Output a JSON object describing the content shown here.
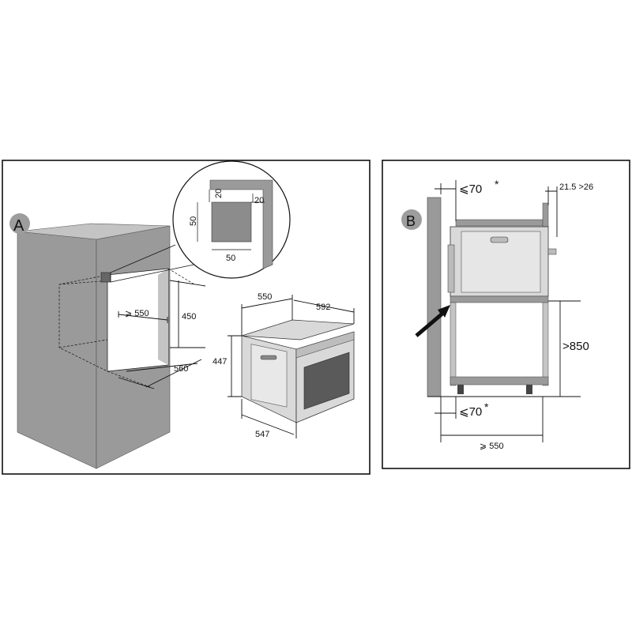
{
  "colors": {
    "wall": "#9a9a9a",
    "wall_light": "#c4c4c4",
    "metal": "#d9d9d9",
    "metal_dark": "#8c8c8c",
    "line": "#111111",
    "badge": "#9d9d9d"
  },
  "panel_a": {
    "badge": "A",
    "dimensions": {
      "niche_depth": "⩾ 550",
      "niche_height": "450",
      "niche_width": "560",
      "oven_depth": "550",
      "oven_width": "592",
      "oven_height": "447",
      "oven_body_width": "547"
    },
    "detail": {
      "top": "20",
      "right": "20",
      "side": "50",
      "bottom": "50"
    }
  },
  "panel_b": {
    "badge": "B",
    "dimensions": {
      "top_clearance": "⩽70",
      "top_star": "*",
      "panel_thickness": "21.5 >26",
      "floor_height": ">850",
      "bottom_clearance": "⩽70",
      "bottom_star": "*",
      "cabinet_depth": "⩾ 550"
    }
  }
}
